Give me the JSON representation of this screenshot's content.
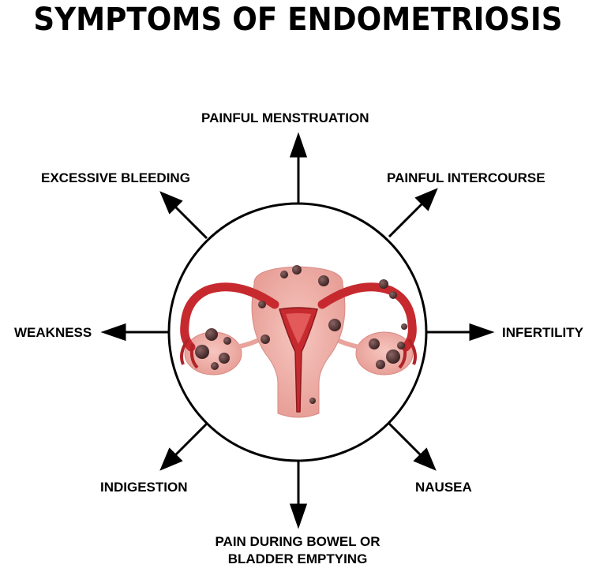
{
  "title": "SYMPTOMS OF ENDOMETRIOSIS",
  "symptoms": {
    "top": "PAINFUL MENSTRUATION",
    "top_right": "PAINFUL INTERCOURSE",
    "right": "INFERTILITY",
    "bottom_right": "NAUSEA",
    "bottom": "PAIN DURING BOWEL OR BLADDER EMPTYING",
    "bottom_line1": "PAIN DURING BOWEL OR",
    "bottom_line2": "BLADDER EMPTYING",
    "bottom_left": "INDIGESTION",
    "left": "WEAKNESS",
    "top_left": "EXCESSIVE BLEEDING"
  },
  "colors": {
    "text": "#000000",
    "uterus_light": "#f0b3ac",
    "uterus_red": "#c62a2f",
    "lesion_dark": "#4a2a2a"
  }
}
